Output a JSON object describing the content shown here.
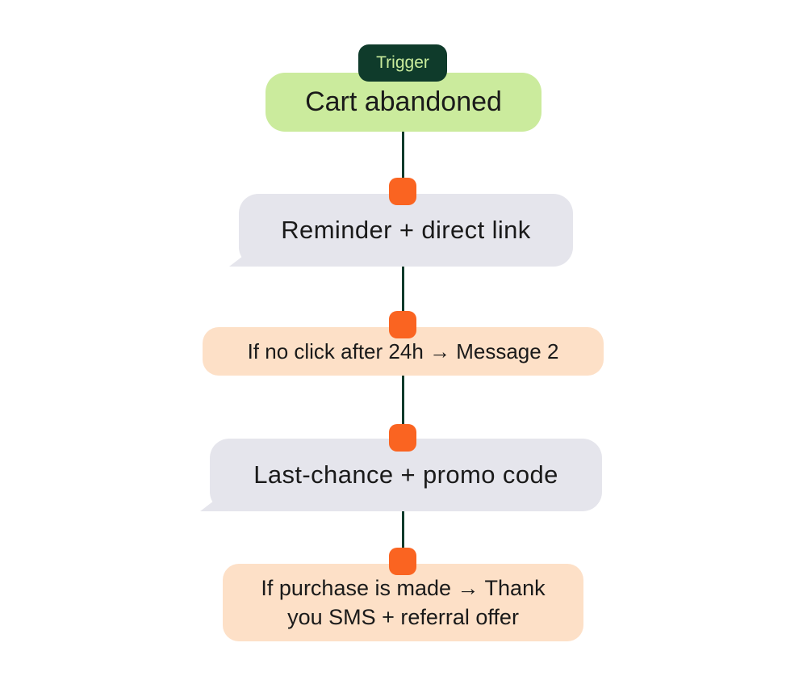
{
  "trigger": {
    "tag": "Trigger",
    "label": "Cart abandoned"
  },
  "steps": [
    {
      "type": "message",
      "label": "Reminder + direct link"
    },
    {
      "type": "condition",
      "label": "If no click after 24h → Message 2"
    },
    {
      "type": "message",
      "label": "Last-chance + promo code"
    },
    {
      "type": "condition",
      "label": "If purchase is made → Thank you SMS + referral offer"
    }
  ],
  "colors": {
    "trigger_fill": "#cbeb9d",
    "tag_fill": "#0f3b2b",
    "tag_text": "#c9ec9c",
    "message_fill": "#e5e5ec",
    "condition_fill": "#fde0c7",
    "node_dot": "#fa6421",
    "connector": "#0f3b2b"
  }
}
